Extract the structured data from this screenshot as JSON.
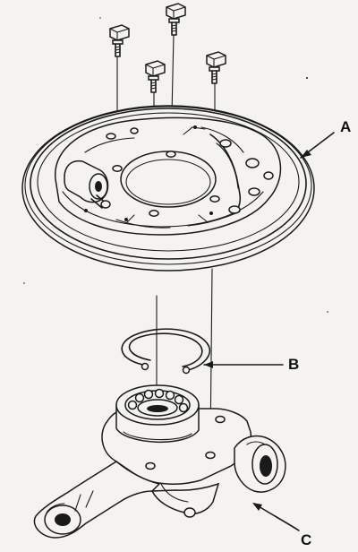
{
  "callouts": {
    "a": "A",
    "b": "B",
    "c": "C"
  },
  "parts": {
    "bolt_count": 4
  }
}
